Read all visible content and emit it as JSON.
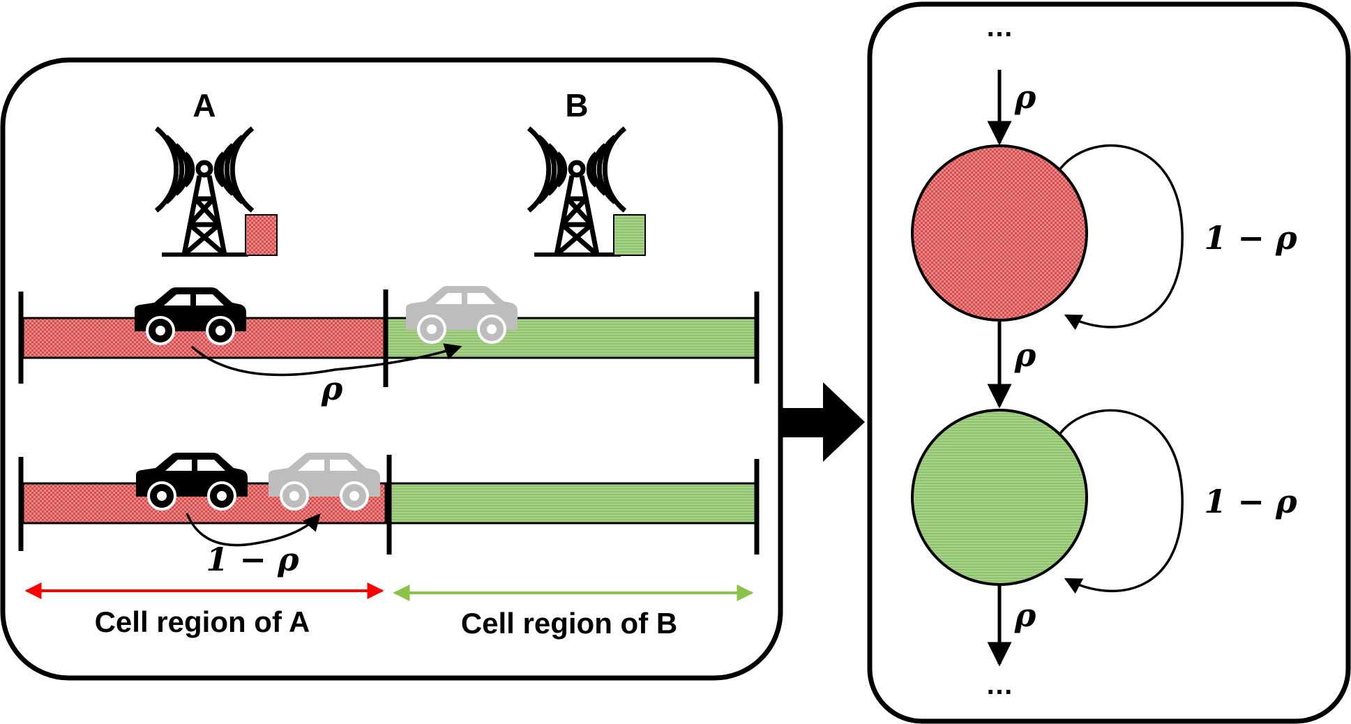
{
  "left_panel": {
    "tower_a_label": "A",
    "tower_b_label": "B",
    "top_road": {
      "transition_label": "ρ"
    },
    "bottom_road": {
      "transition_label": "1 − ρ"
    },
    "region_a_label": "Cell region of A",
    "region_b_label": "Cell region of B"
  },
  "right_panel": {
    "top_ellipsis": "…",
    "bottom_ellipsis": "…",
    "incoming_label": "ρ",
    "between_label": "ρ",
    "outgoing_label": "ρ",
    "state_a_selfloop_label": "1 − ρ",
    "state_b_selfloop_label": "1 − ρ"
  },
  "colors": {
    "region_a": "#e06666",
    "region_b": "#93c47d",
    "arrow_a": "#ff0000",
    "arrow_b": "#8bc34a",
    "ghost_car": "#bdbdbd",
    "ink": "#000000"
  }
}
